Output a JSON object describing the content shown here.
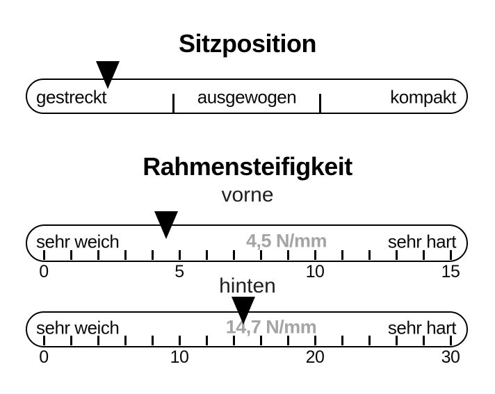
{
  "colors": {
    "ink": "#000000",
    "value_text": "#a4a4a4",
    "background": "#ffffff"
  },
  "chart_data": [
    {
      "type": "gauge",
      "title": "Sitzposition",
      "scale_type": "categorical",
      "zones": [
        "gestreckt",
        "ausgewogen",
        "kompakt"
      ],
      "marker_position_fraction": 0.185,
      "marker_zone": "gestreckt",
      "marker_icon": "down-triangle"
    },
    {
      "type": "gauge",
      "title": "Rahmensteifigkeit",
      "subtitle": "vorne",
      "min_label": "sehr weich",
      "max_label": "sehr hart",
      "value": 4.5,
      "value_label": "4,5 N/mm",
      "unit": "N/mm",
      "min": 0,
      "max": 15,
      "tick_step": 1,
      "tick_labels": [
        "0",
        "5",
        "10",
        "15"
      ],
      "marker_icon": "down-triangle"
    },
    {
      "type": "gauge",
      "subtitle": "hinten",
      "min_label": "sehr weich",
      "max_label": "sehr hart",
      "value": 14.7,
      "value_label": "14,7 N/mm",
      "unit": "N/mm",
      "min": 0,
      "max": 30,
      "tick_step": 2,
      "tick_labels": [
        "0",
        "10",
        "20",
        "30"
      ],
      "marker_icon": "down-triangle"
    }
  ]
}
